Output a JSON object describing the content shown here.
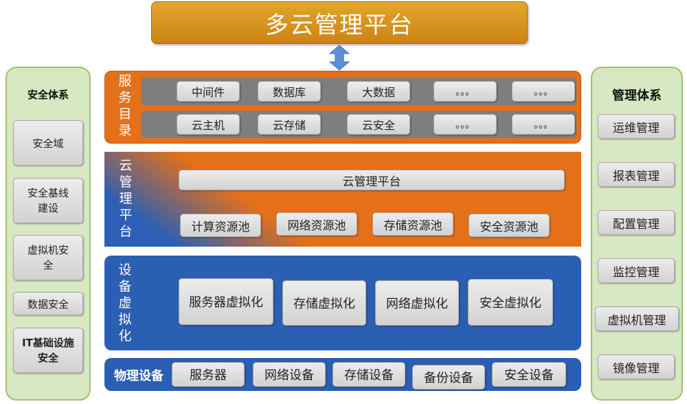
{
  "title": "多云管理平台",
  "security_system": {
    "heading": "安全体系",
    "items": [
      "安全域",
      "安全基线建设",
      "虚拟机安全",
      "数据安全",
      "IT基础设施安全"
    ]
  },
  "management_system": {
    "heading": "管理体系",
    "items": [
      "运维管理",
      "报表管理",
      "配置管理",
      "监控管理",
      "虚拟机管理",
      "镜像管理"
    ]
  },
  "service_catalog": {
    "label": "服务目录",
    "row1": [
      "中间件",
      "数据库",
      "大数据",
      "。。。",
      "。。。"
    ],
    "row2": [
      "云主机",
      "云存储",
      "云安全",
      "。。。",
      "。。。"
    ]
  },
  "cloud_platform": {
    "label": "云管理平台",
    "bar": "云管理平台",
    "pools": [
      "计算资源池",
      "网络资源池",
      "存储资源池",
      "安全资源池"
    ]
  },
  "virtualization": {
    "label": "设备虚拟化",
    "items": [
      "服务器虚拟化",
      "存储虚拟化",
      "网络虚拟化",
      "安全虚拟化"
    ]
  },
  "physical": {
    "label": "物理设备",
    "items": [
      "服务器",
      "网络设备",
      "存储设备",
      "备份设备",
      "安全设备"
    ]
  },
  "colors": {
    "title": "#d9921f",
    "orange": "#e4701a",
    "blue": "#2b5fb3",
    "side_panel": "#d8e8c2",
    "arrow": "#5b8fd6"
  }
}
